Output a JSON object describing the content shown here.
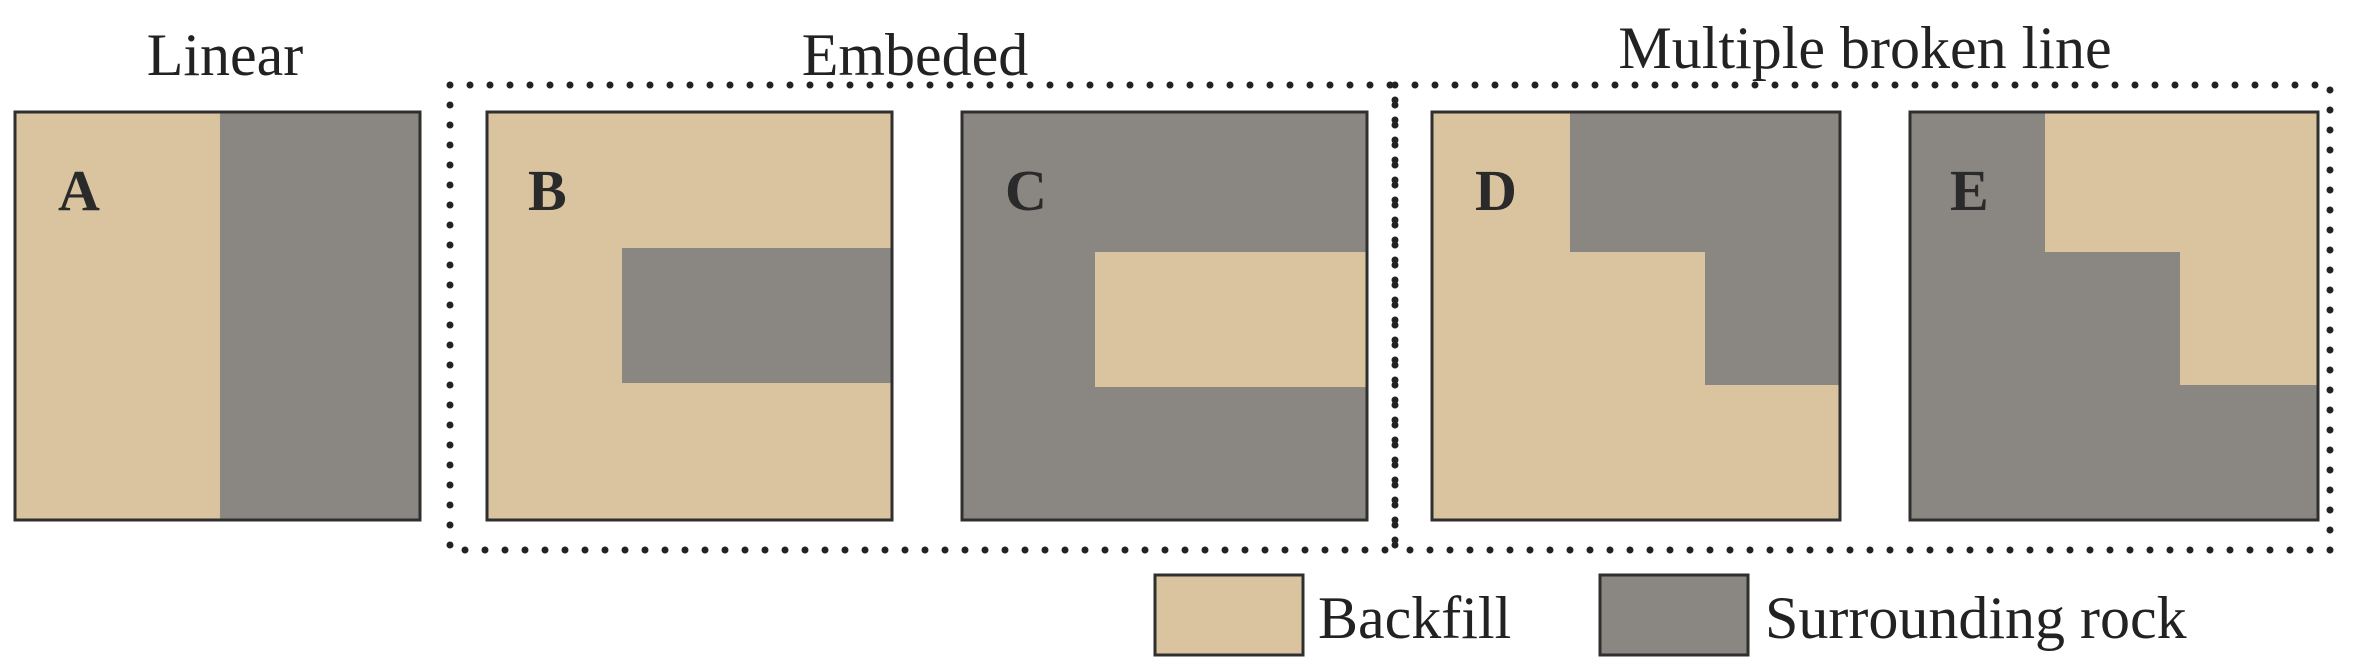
{
  "colors": {
    "backfill": "#d9c49f",
    "surrounding_rock": "#8a8782",
    "outline": "#2f2f2f",
    "dots": "#222222"
  },
  "groups": [
    {
      "title": "Linear"
    },
    {
      "title": "Embeded"
    },
    {
      "title": "Multiple broken line"
    }
  ],
  "panels": [
    {
      "letter": "A"
    },
    {
      "letter": "B"
    },
    {
      "letter": "C"
    },
    {
      "letter": "D"
    },
    {
      "letter": "E"
    }
  ],
  "legend": {
    "backfill_label": "Backfill",
    "rock_label": "Surrounding rock"
  }
}
